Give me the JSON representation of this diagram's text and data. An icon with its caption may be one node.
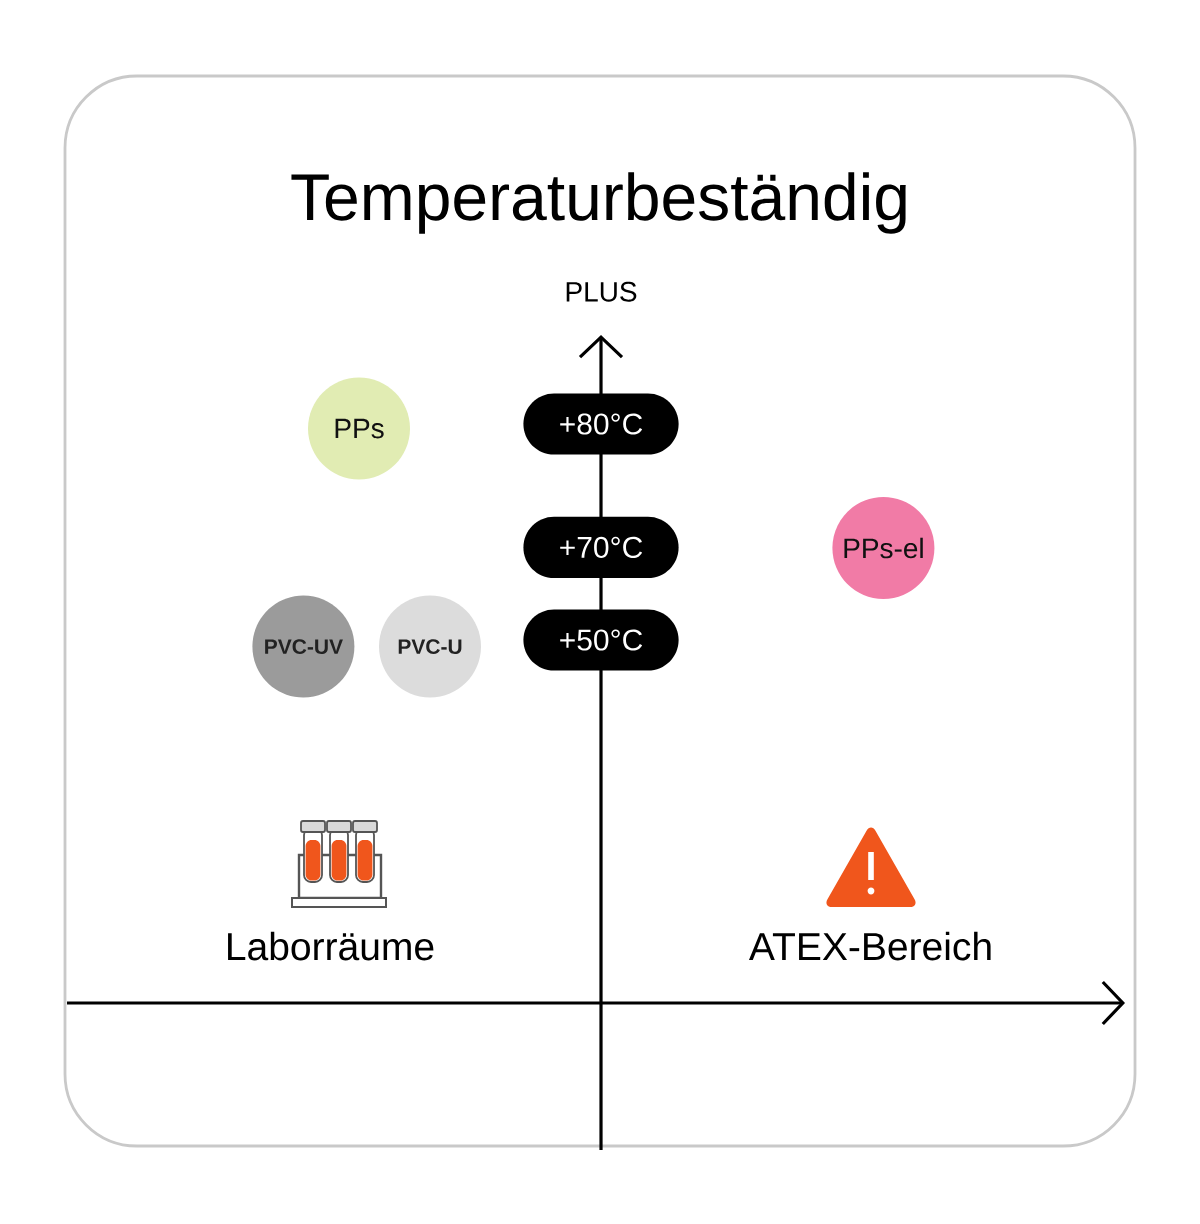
{
  "diagram": {
    "title": "Temperaturbeständig",
    "nodes": [
      {
        "text": [
          "PPs"
        ]
      },
      {
        "text": [
          "+80°C"
        ]
      },
      {
        "text": [
          "+70°C"
        ]
      },
      {
        "text": [
          "PPs-el"
        ]
      },
      {
        "text": [
          "PVC-UV"
        ]
      },
      {
        "text": [
          "PVC-U"
        ]
      },
      {
        "text": [
          "+50°C"
        ]
      }
    ],
    "labels": [
      "PLUS",
      "Laborräume",
      "ATEX-Bereich"
    ]
  }
}
